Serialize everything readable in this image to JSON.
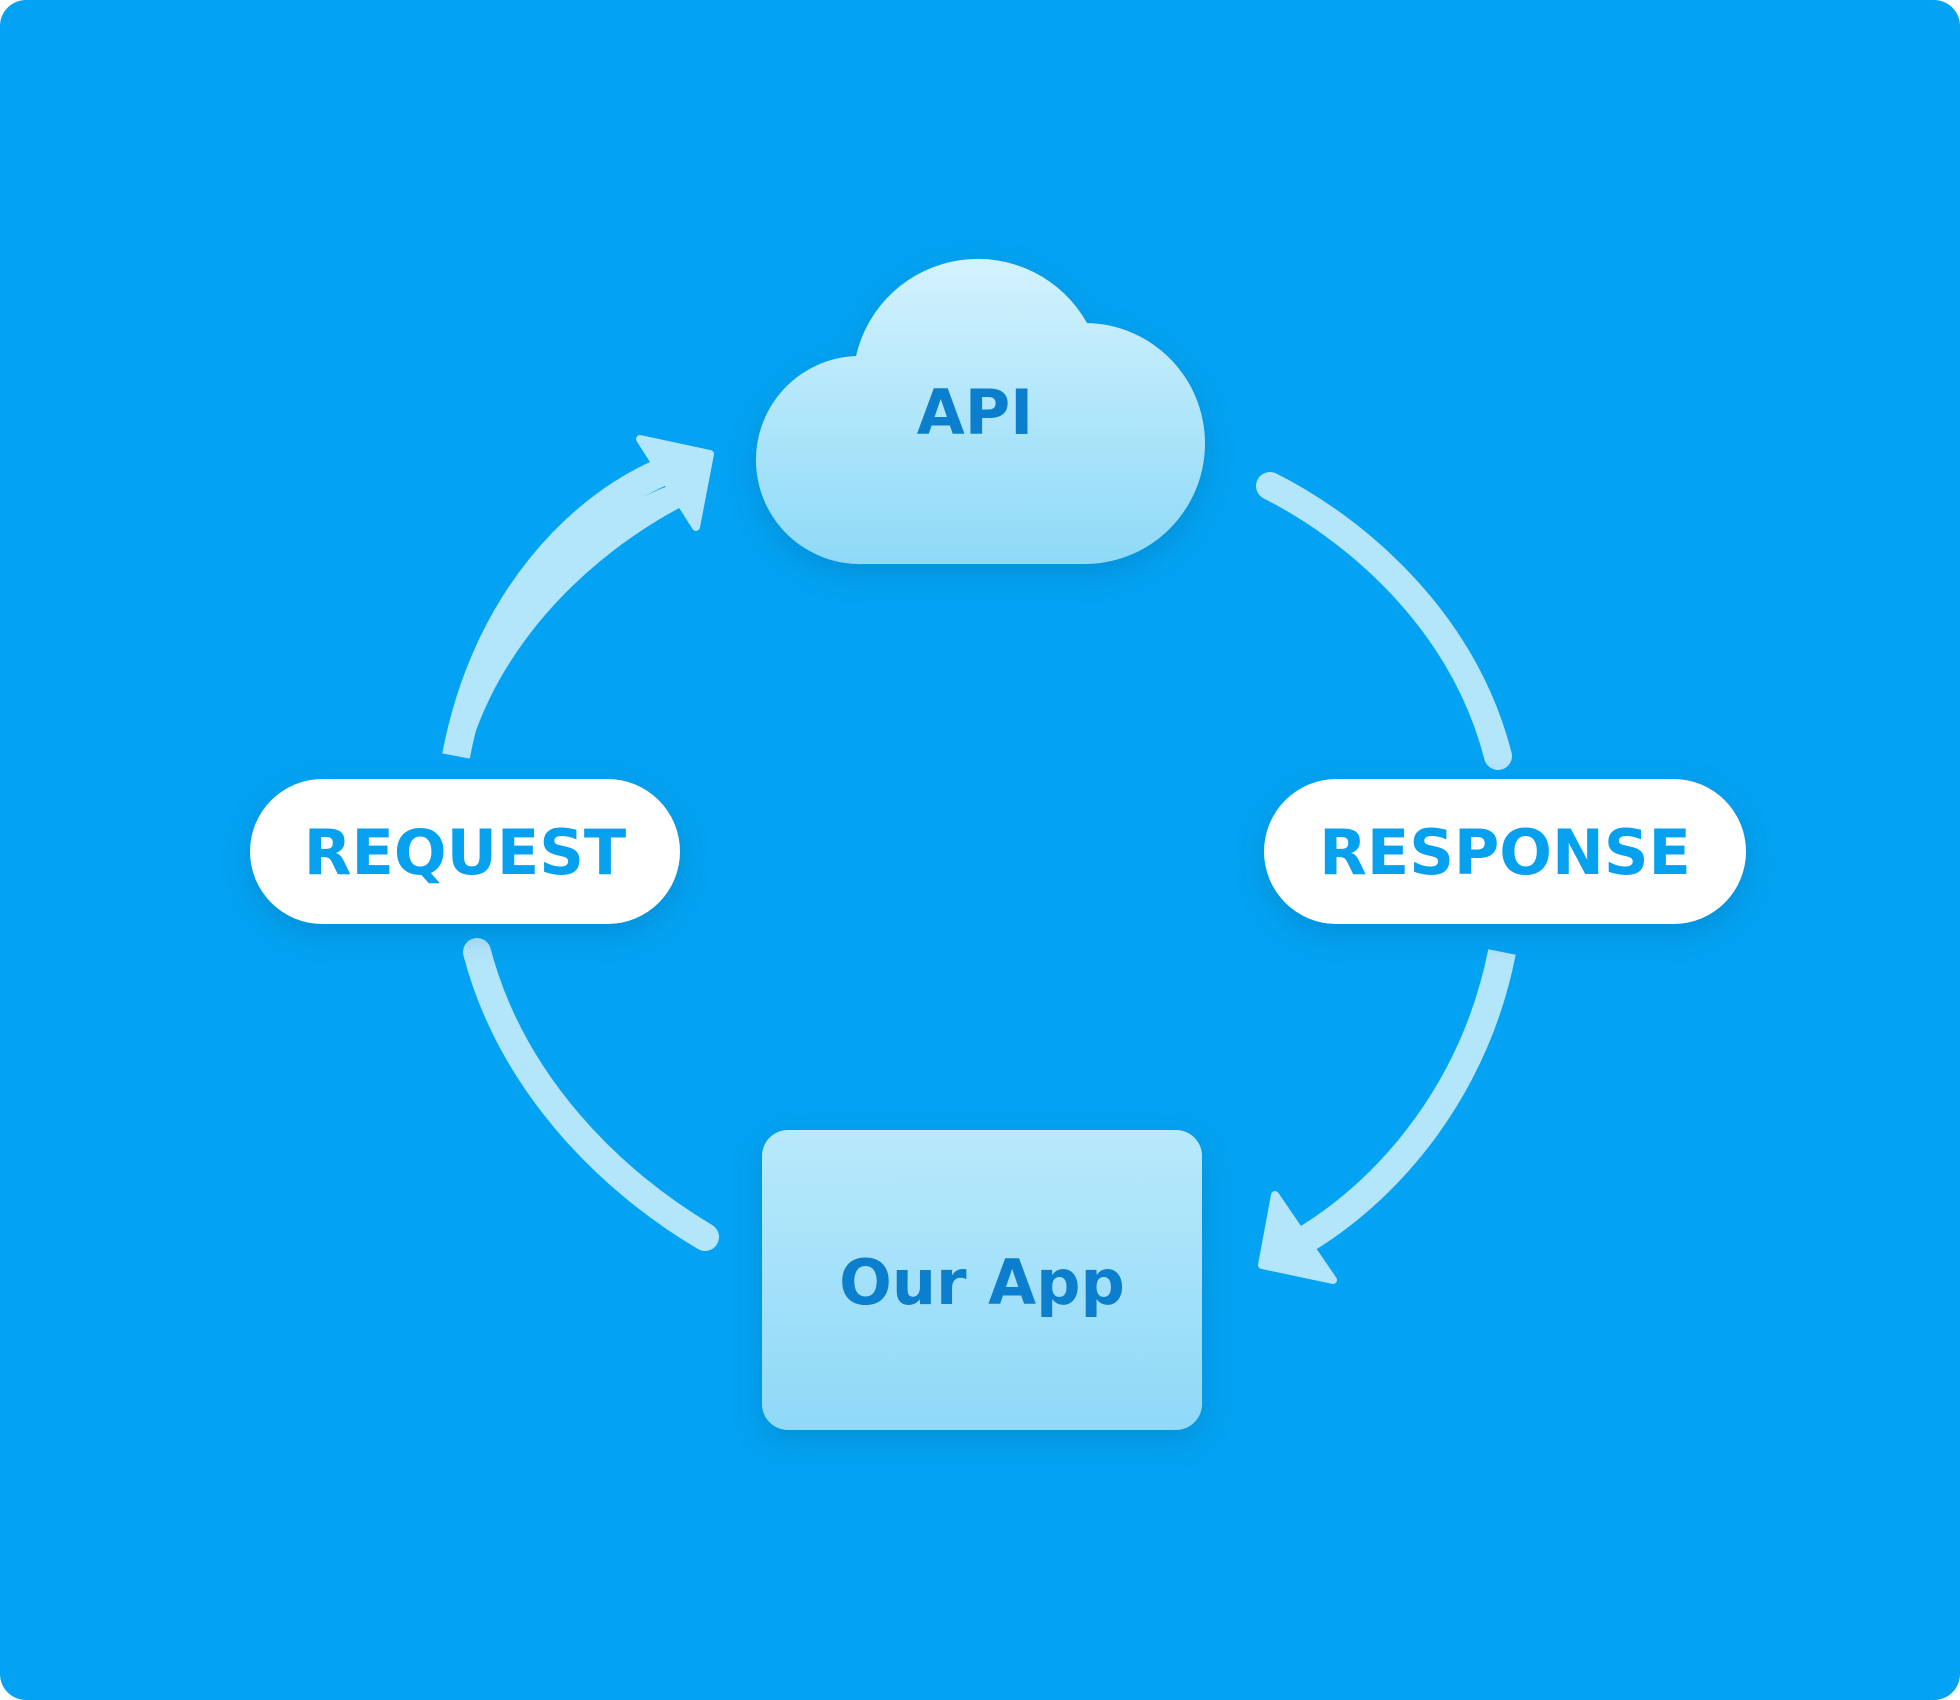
{
  "nodes": {
    "api": {
      "label": "API"
    },
    "app": {
      "label": "Our App"
    }
  },
  "edges": {
    "request": {
      "label": "REQUEST",
      "from": "app",
      "to": "api"
    },
    "response": {
      "label": "RESPONSE",
      "from": "api",
      "to": "app"
    }
  },
  "colors": {
    "background": "#03a2f2",
    "arrow": "#b3e5fb",
    "node_fill_top": "#c9effc",
    "node_fill_bottom": "#8fdaf8",
    "node_text": "#0b7fcd",
    "pill_fill": "#ffffff",
    "pill_text": "#05a0ee"
  }
}
